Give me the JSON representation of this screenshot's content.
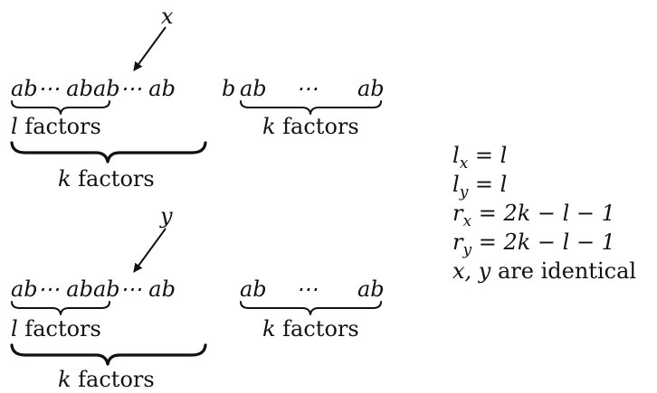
{
  "top": {
    "pointer_label": "x",
    "string_left": "ab⋯ abab⋯ ab",
    "middle_letter": "b",
    "string_right_start": "ab",
    "string_right_dots": "⋯",
    "string_right_end": "ab",
    "brace_l_var": "l",
    "brace_l_word": " factors",
    "brace_k_right_var": "k",
    "brace_k_right_word": " factors",
    "brace_k_big_var": "k",
    "brace_k_big_word": " factors"
  },
  "bottom": {
    "pointer_label": "y",
    "string_left": "ab⋯ abab⋯ ab",
    "string_right_start": "ab",
    "string_right_dots": "⋯",
    "string_right_end": "ab",
    "brace_l_var": "l",
    "brace_l_word": " factors",
    "brace_k_right_var": "k",
    "brace_k_right_word": " factors",
    "brace_k_big_var": "k",
    "brace_k_big_word": " factors"
  },
  "equations": {
    "lx": {
      "var": "l",
      "sub": "x",
      "rhs": " = l"
    },
    "ly": {
      "var": "l",
      "sub": "y",
      "rhs": " = l"
    },
    "rx": {
      "var": "r",
      "sub": "x",
      "rhs": " = 2k − l − 1"
    },
    "ry": {
      "var": "r",
      "sub": "y",
      "rhs": " = 2k − l − 1"
    },
    "identical": {
      "vars": "x, y",
      "text": " are identical"
    }
  }
}
